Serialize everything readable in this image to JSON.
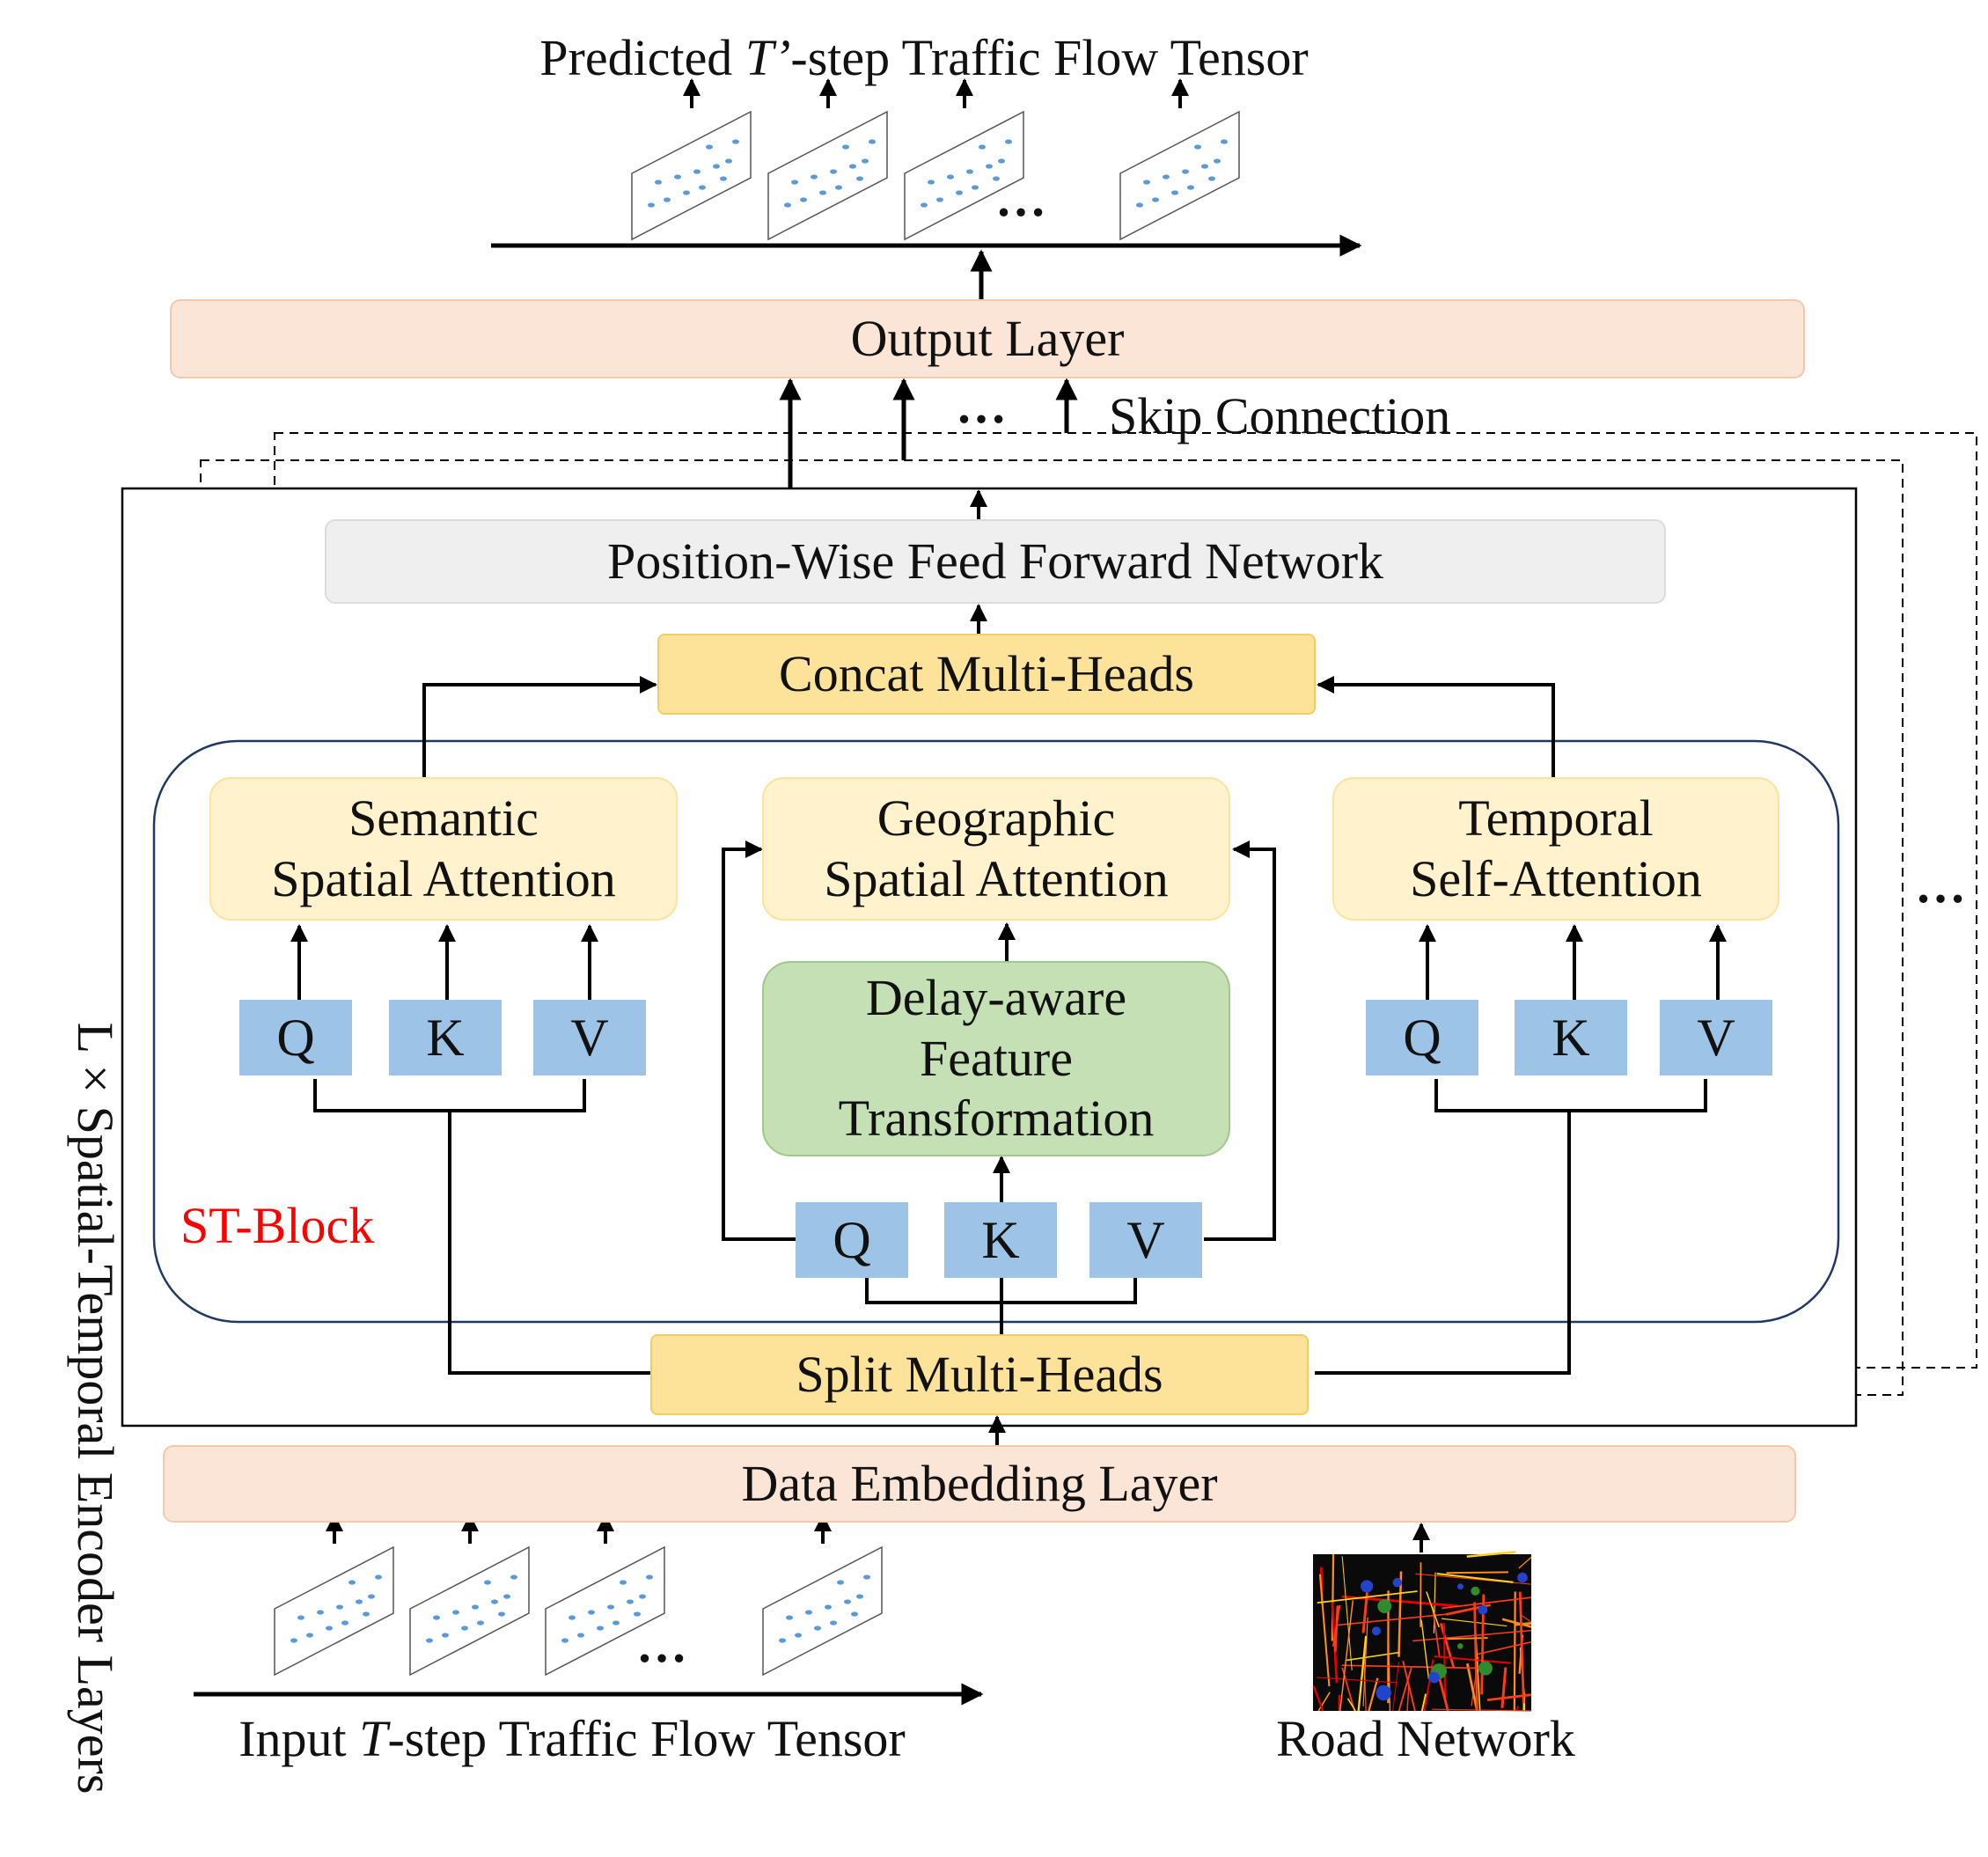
{
  "top": {
    "title_prefix": "Predicted ",
    "title_var": "T’",
    "title_suffix": "-step Traffic Flow Tensor"
  },
  "bottom": {
    "input_prefix": "Input ",
    "input_var": "T",
    "input_suffix": "-step Traffic Flow Tensor",
    "road": "Road Network"
  },
  "layers": {
    "output": "Output Layer",
    "skip": "Skip Connection",
    "ffn": "Position-Wise Feed Forward Network",
    "concat": "Concat Multi-Heads",
    "split": "Split Multi-Heads",
    "embed": "Data Embedding Layer",
    "encoder": "L × Spatial-Temporal Encoder Layers",
    "st_block": "ST-Block"
  },
  "attention": {
    "semantic": [
      "Semantic",
      "Spatial Attention"
    ],
    "geographic": [
      "Geographic",
      "Spatial Attention"
    ],
    "temporal": [
      "Temporal",
      "Self-Attention"
    ],
    "delay": [
      "Delay-aware",
      "Feature",
      "Transformation"
    ]
  },
  "qkv": [
    "Q",
    "K",
    "V"
  ],
  "ellipsis": "…",
  "colors": {
    "salmon": "#fbe5d6",
    "grey": "#efefef",
    "gold": "#fde399",
    "cream": "#fff2cc",
    "green": "#c5e0b4",
    "blue": "#9dc3e6",
    "st_block_label": "#ff0000",
    "st_block_border": "#1f3864"
  }
}
